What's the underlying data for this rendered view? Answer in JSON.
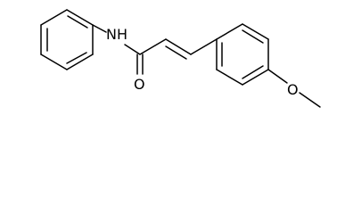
{
  "molecule": {
    "atoms": {
      "amide_n": "NH",
      "carbonyl_o": "O",
      "ether_o": "O"
    }
  },
  "colors": {
    "background": "#ffffff",
    "ink": "#000000"
  }
}
